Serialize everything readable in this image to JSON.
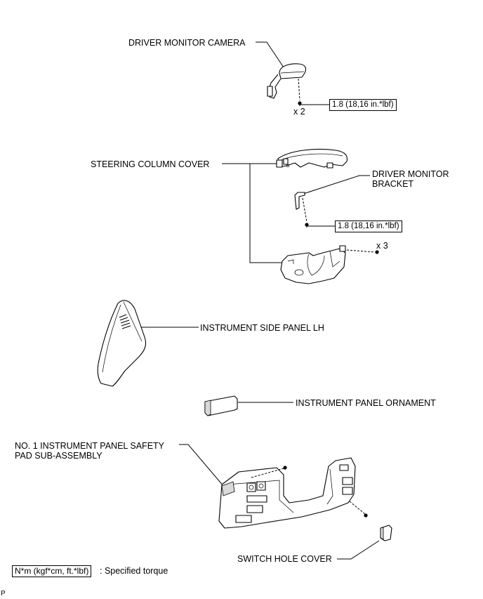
{
  "labels": {
    "camera": "DRIVER MONITOR  CAMERA",
    "column_cover": "STEERING COLUMN COVER",
    "bracket_line1": "DRIVER MONITOR",
    "bracket_line2": "BRACKET",
    "side_panel": "INSTRUMENT SIDE PANEL LH",
    "ornament": "INSTRUMENT PANEL ORNAMENT",
    "safety_pad_line1": "NO. 1 INSTRUMENT PANEL SAFETY",
    "safety_pad_line2": "PAD SUB-ASSEMBLY",
    "switch_cover": "SWITCH HOLE COVER"
  },
  "torque": {
    "camera_screw": "1.8 (18,16 in.*lbf)",
    "bracket_screw": "1.8 (18,16 in.*lbf)"
  },
  "quantities": {
    "camera_screw_qty": "x 2",
    "cover_screw_qty": "x 3"
  },
  "legend": {
    "unit_box": "N*m (kgf*cm, ft.*lbf)",
    "description": ": Specified torque"
  },
  "corner_mark": "P"
}
